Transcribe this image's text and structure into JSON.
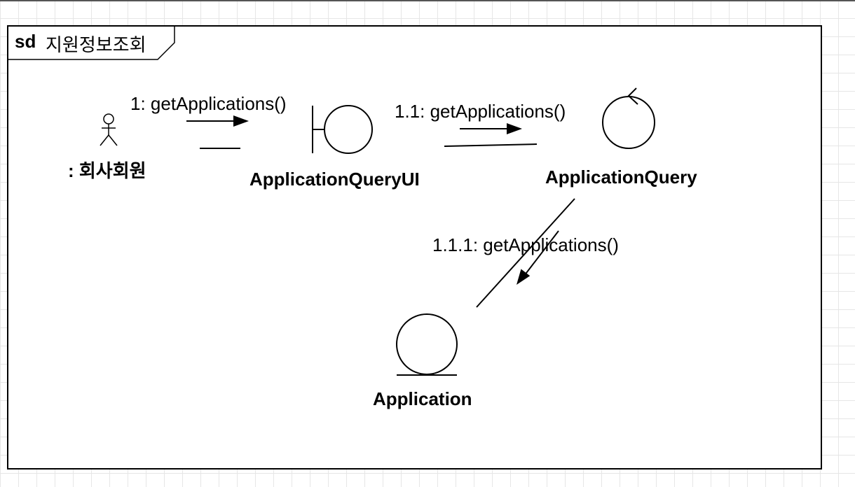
{
  "frame": {
    "keyword": "sd",
    "name": "지원정보조회"
  },
  "actor": {
    "icon": "actor-stick-figure-icon",
    "label": ": 회사회원"
  },
  "objects": [
    {
      "type": "boundary",
      "icon": "boundary-icon",
      "name": "ApplicationQueryUI"
    },
    {
      "type": "control",
      "icon": "control-icon",
      "name": "ApplicationQuery"
    },
    {
      "type": "entity",
      "icon": "entity-icon",
      "name": "Application"
    }
  ],
  "messages": [
    {
      "label": "1: getApplications()"
    },
    {
      "label": "1.1: getApplications()"
    },
    {
      "label": "1.1.1: getApplications()"
    }
  ],
  "colors": {
    "stroke": "#000000",
    "background": "#ffffff",
    "grid": "#e6e6e6"
  }
}
